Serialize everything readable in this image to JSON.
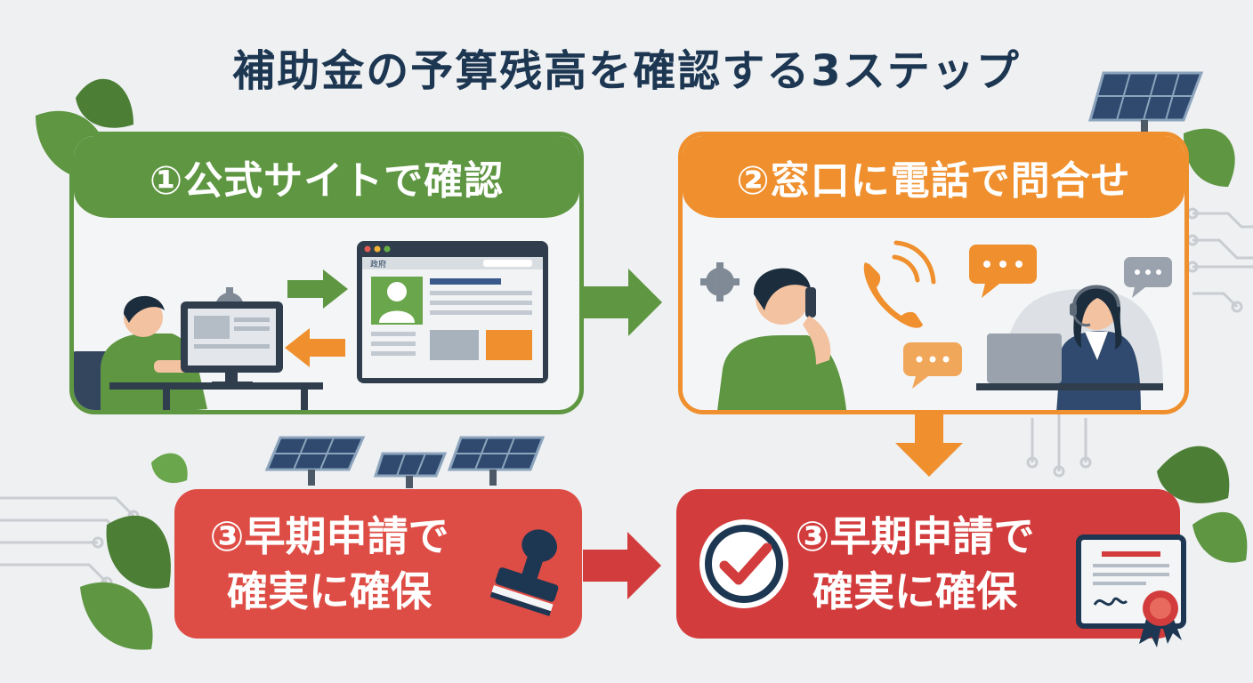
{
  "title": "補助金の予算残高を確認する3ステップ",
  "steps": {
    "step1": {
      "label": "①公式サイトで確認",
      "browser_label": "政府"
    },
    "step2": {
      "label": "②窓口に電話で問合せ"
    },
    "step3a": {
      "line1": "③早期申請で",
      "line2": "確実に確保"
    },
    "step3b": {
      "line1": "③早期申請で",
      "line2": "確実に確保"
    }
  },
  "icons": [
    "gear-icon",
    "browser-icon",
    "phone-icon",
    "chat-bubble-icon",
    "headset-icon",
    "laptop-icon",
    "stamp-icon",
    "check-icon",
    "certificate-icon",
    "solar-panel-icon",
    "leaf-icon"
  ],
  "colors": {
    "green": "#5e9642",
    "orange": "#ef8f2d",
    "red": "#de4d45",
    "red_dark": "#d33c3c",
    "navy": "#1d3752"
  }
}
